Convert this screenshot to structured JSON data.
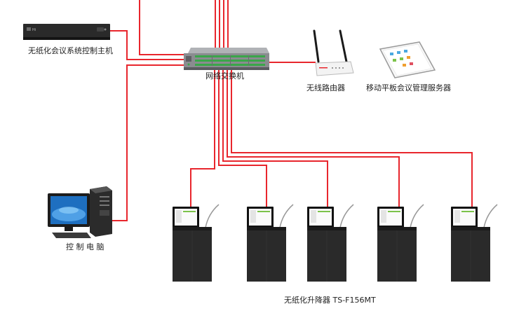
{
  "labels": {
    "host": "无纸化会议系统控制主机",
    "switch": "网络交换机",
    "router": "无线路由器",
    "tablet_server": "移动平板会议管理服务器",
    "pc": "控 制 电 脑",
    "lifter": "无纸化升降器   TS-F156MT"
  },
  "host_brand": "Hi",
  "colors": {
    "cable": "#e8262d",
    "device_dark": "#2a2a2a",
    "switch_body": "#8a8c90",
    "port_green": "#3aa64a",
    "screen_blue": "#1e6fc0"
  },
  "lifter_count": 5
}
